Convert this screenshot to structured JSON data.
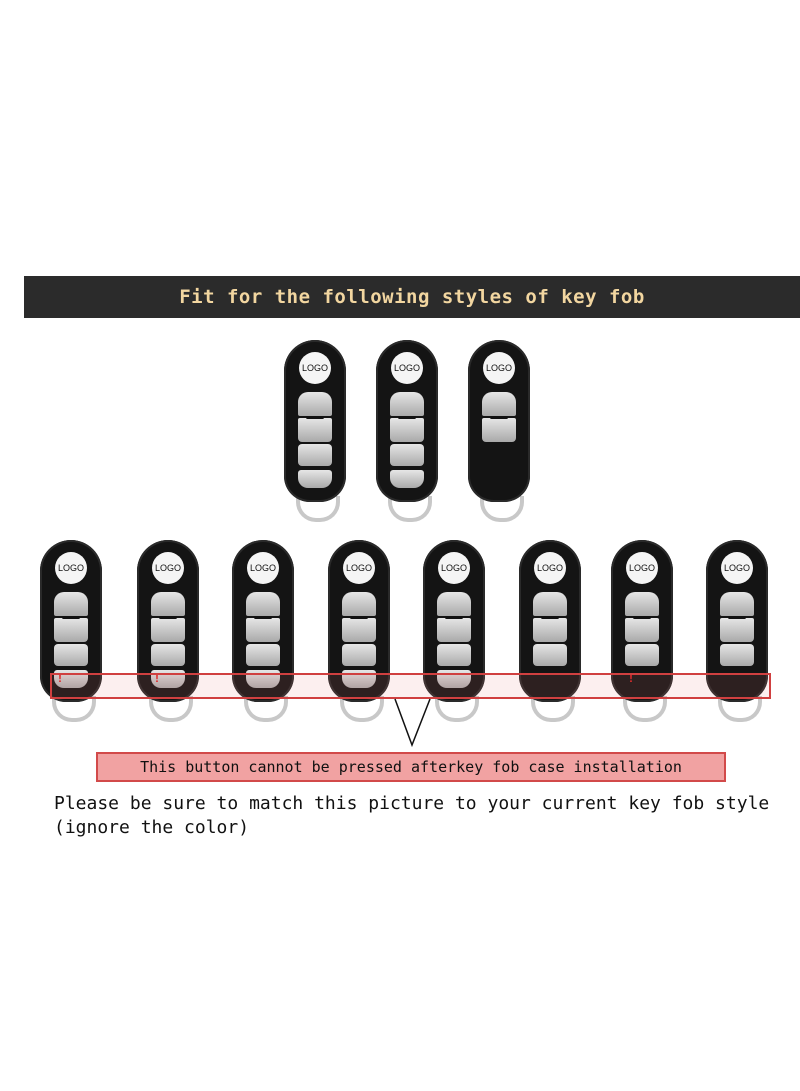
{
  "banner": {
    "text": "Fit for the following styles of key fob"
  },
  "fob_logo_label": "LOGO",
  "fobs_top": [
    {
      "id": "top-1",
      "buttons": 4
    },
    {
      "id": "top-2",
      "buttons": 4
    },
    {
      "id": "top-3",
      "buttons": 2
    }
  ],
  "fobs_bottom": [
    {
      "id": "bottom-1",
      "buttons": 4,
      "warning": true
    },
    {
      "id": "bottom-2",
      "buttons": 4,
      "warning": true
    },
    {
      "id": "bottom-3",
      "buttons": 4,
      "warning": false
    },
    {
      "id": "bottom-4",
      "buttons": 4,
      "warning": false
    },
    {
      "id": "bottom-5",
      "buttons": 4,
      "warning": false
    },
    {
      "id": "bottom-6",
      "buttons": 3,
      "warning": false
    },
    {
      "id": "bottom-7",
      "buttons": 3,
      "warning": true
    },
    {
      "id": "bottom-8",
      "buttons": 3,
      "warning": false
    }
  ],
  "callout": {
    "text": "This button cannot be pressed afterkey fob case installation"
  },
  "instruction": {
    "text": "Please be sure to match this picture to your current key fob style (ignore the color)"
  },
  "colors": {
    "banner_bg": "#2b2b2b",
    "banner_text": "#f2d6a0",
    "callout_bg": "#f1a2a2",
    "callout_border": "#d24a4a"
  }
}
